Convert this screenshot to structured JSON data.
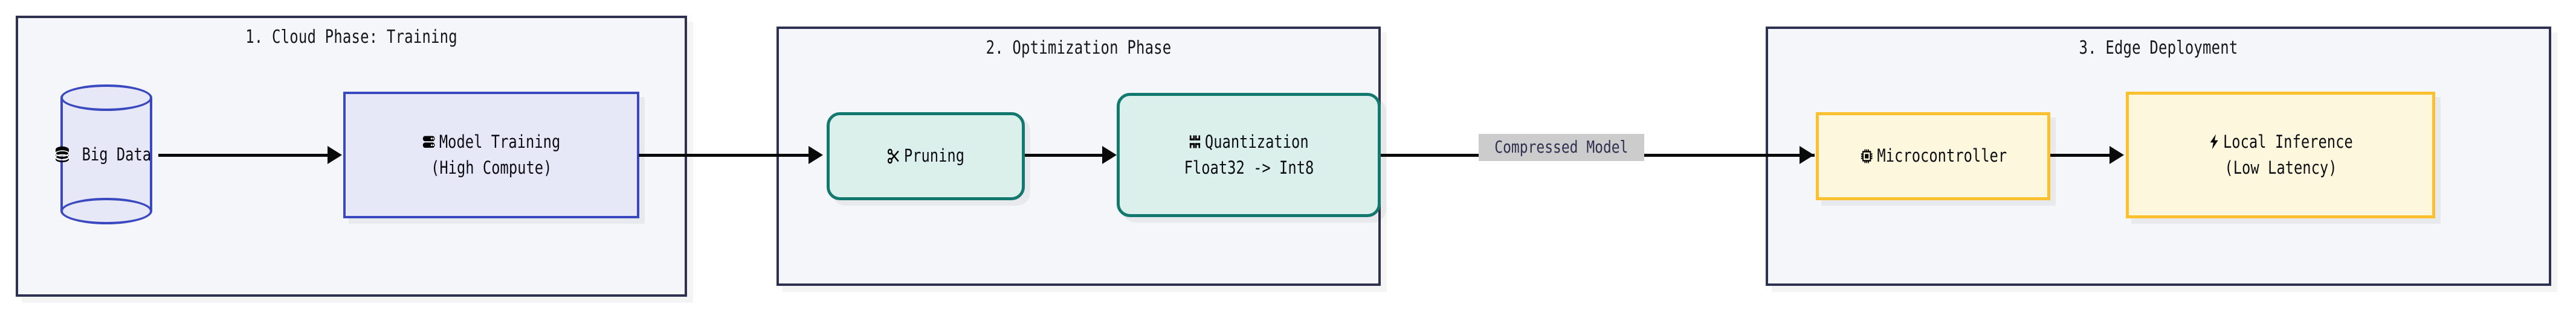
{
  "diagram": {
    "title_hidden": "",
    "clusters": [
      {
        "label": "1. Cloud Phase: Training"
      },
      {
        "label": "2. Optimization Phase"
      },
      {
        "label": "3. Edge Deployment"
      }
    ],
    "nodes": [
      {
        "id": "big-data",
        "shape": "cylinder",
        "icon": "database-icon",
        "label": "Big Data",
        "label2": "",
        "fill": "#e6e8f8",
        "stroke": "#3b49c0"
      },
      {
        "id": "model-training",
        "shape": "rect",
        "icon": "server-icon",
        "label": "Model Training",
        "label2": "(High Compute)",
        "fill": "#e6e8f8",
        "stroke": "#3b49c0"
      },
      {
        "id": "pruning",
        "shape": "rounded",
        "icon": "scissors-icon",
        "label": "Pruning",
        "label2": "",
        "fill": "#dbefeb",
        "stroke": "#13796f"
      },
      {
        "id": "quantization",
        "shape": "rounded",
        "icon": "compress-icon",
        "label": "Quantization",
        "label2": "Float32 -> Int8",
        "fill": "#dbefeb",
        "stroke": "#13796f"
      },
      {
        "id": "microcontroller",
        "shape": "rect",
        "icon": "cpu-chip-icon",
        "label": "Microcontroller",
        "label2": "",
        "fill": "#fdf8dd",
        "stroke": "#fbc02d"
      },
      {
        "id": "local-inference",
        "shape": "rect",
        "icon": "lightning-bolt-icon",
        "label": "Local Inference",
        "label2": "(Low Latency)",
        "fill": "#fdf8dd",
        "stroke": "#fbc02d"
      }
    ],
    "edges": [
      {
        "from": "big-data",
        "to": "model-training",
        "label": ""
      },
      {
        "from": "model-training",
        "to": "pruning",
        "label": ""
      },
      {
        "from": "pruning",
        "to": "quantization",
        "label": ""
      },
      {
        "from": "quantization",
        "to": "microcontroller",
        "label": "Compressed Model"
      },
      {
        "from": "microcontroller",
        "to": "local-inference",
        "label": ""
      }
    ],
    "colors": {
      "cluster_border": "#2f3150",
      "cluster_fill": "#f5f6f9",
      "edge": "#0a0a0a",
      "edge_label_bg": "#cccccc",
      "edge_label_text": "#2f3150",
      "page_bg": "#ffffff"
    }
  }
}
